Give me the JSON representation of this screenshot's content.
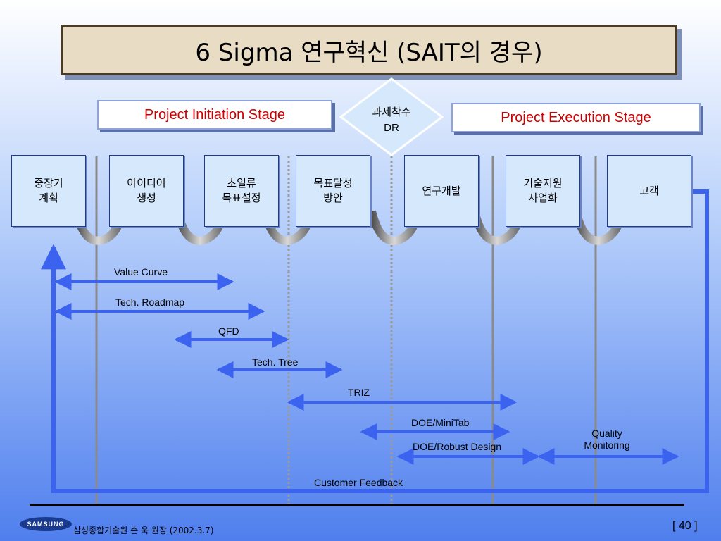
{
  "title": "6 Sigma 연구혁신 (SAIT의 경우)",
  "stages": {
    "initiation": "Project Initiation Stage",
    "execution": "Project Execution Stage"
  },
  "milestone": {
    "line1": "과제착수",
    "line2": "DR"
  },
  "process_boxes": [
    "중장기\n계획",
    "아이디어\n생성",
    "초일류\n목표설정",
    "목표달성\n방안",
    "연구개발",
    "기술지원\n사업화",
    "고객"
  ],
  "tools": {
    "value_curve": "Value Curve",
    "tech_roadmap": "Tech. Roadmap",
    "qfd": "QFD",
    "tech_tree": "Tech. Tree",
    "triz": "TRIZ",
    "doe_minitab": "DOE/MiniTab",
    "doe_robust": "DOE/Robust Design",
    "quality_monitoring_1": "Quality",
    "quality_monitoring_2": "Monitoring",
    "customer_feedback": "Customer Feedback"
  },
  "footer": {
    "logo": "SAMSUNG",
    "text": "삼성종합기술원  손 욱 원장 (2002.3.7)",
    "page": "[  40  ]"
  },
  "colors": {
    "arrow_blue": "#3b63f0",
    "stage_text": "#cc0000",
    "box_fill": "#d6e8fb",
    "title_fill": "#e8dcc4"
  }
}
